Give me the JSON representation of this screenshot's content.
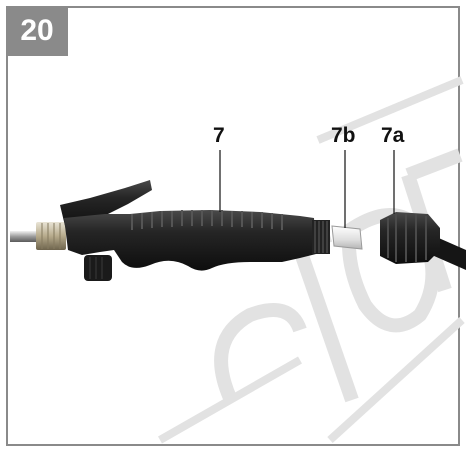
{
  "figure": {
    "number": "20",
    "callouts": {
      "handle": "7",
      "seal": "7b",
      "nut": "7a"
    },
    "watermark_text": "COPY",
    "colors": {
      "frame": "#8a8a8a",
      "watermark": "#dcdcdc",
      "plastic": "#1e1e1e"
    }
  }
}
